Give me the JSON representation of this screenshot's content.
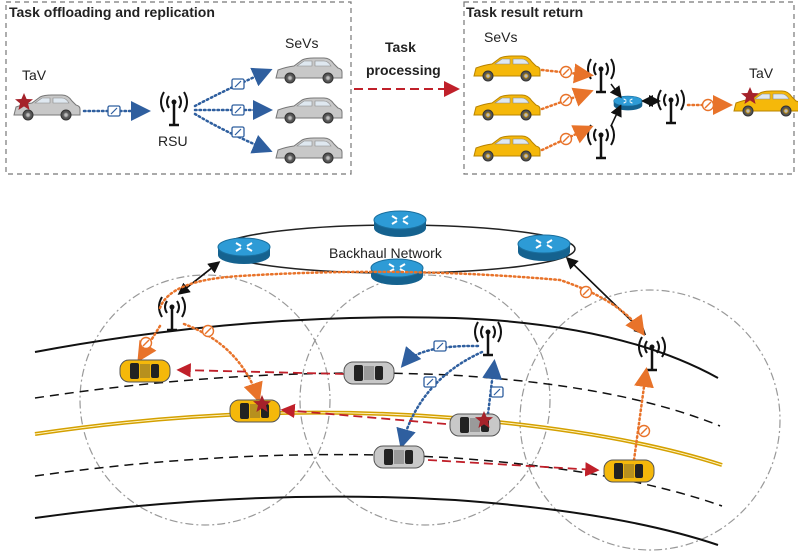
{
  "panels": {
    "left_title": "Task offloading and replication",
    "right_title": "Task result return"
  },
  "labels": {
    "tav": "TaV",
    "sevs": "SeVs",
    "rsu": "RSU",
    "task_processing_line1": "Task",
    "task_processing_line2": "processing",
    "backhaul": "Backhaul Network"
  },
  "colors": {
    "blue_link": "#2f5f9f",
    "orange_link": "#e8732a",
    "red_dash": "#c0202a",
    "star": "#a5222a",
    "car_gray": "#c8c8c8",
    "car_yellow": "#f5b80a",
    "router": "#1f86c0"
  }
}
